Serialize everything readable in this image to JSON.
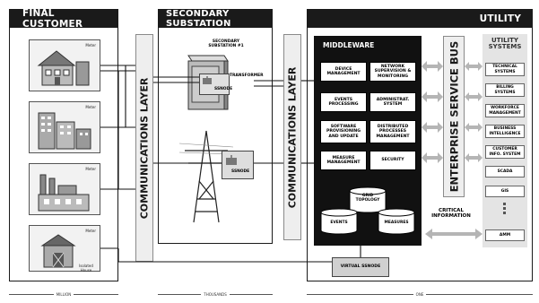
{
  "columns": {
    "final_customer": "FINAL CUSTOMER",
    "secondary_substation": "SECONDARY SUBSTATION",
    "utility": "UTILITY"
  },
  "communications_layer_left": "COMMUNICATIONS LAYER",
  "communications_layer_right": "COMMUNICATIONS LAYER",
  "customer_panels": [
    {
      "meter": "Meter"
    },
    {
      "meter": "Meter"
    },
    {
      "meter": "Meter"
    },
    {
      "meter": "Meter",
      "extra": "Isolated House"
    }
  ],
  "substation": {
    "label": "SECONDARY SUBSTATION #1",
    "transformer": "TRANSFORMER",
    "ssnode_1": "SSNODE",
    "ssnode_2": "SSNODE"
  },
  "middleware": {
    "title": "MIDDLEWARE",
    "boxes": [
      "DEVICE MANAGEMENT",
      "NETWORK SUPERVISION & MONITORING",
      "EVENTS PROCESSING",
      "ADMINISTRAT. SYSTEM",
      "SOFTWARE PROVISIONING AND UPDATE",
      "DISTRIBUTED PROCESSES MANAGEMENT",
      "MEASURE MANAGEMENT",
      "SECURITY"
    ],
    "db_grid": "GRID TOPOLOGY",
    "db_events": "EVENTS",
    "db_measures": "MEASURES"
  },
  "enterprise_service_bus": "ENTERPRISE SERVICE BUS",
  "critical_information": "CRITICAL INFORMATION",
  "virtual_ssnode": "VIRTUAL SSNODE",
  "utility_systems": {
    "title": "UTILITY SYSTEMS",
    "items": [
      "TECHNICAL SYSTEMS",
      "BILLING SYSTEMS",
      "WORKFORCE MANAGEMENT",
      "BUSINESS INTELLIGENCE",
      "CUSTOMER INFO. SYSTEM",
      "SCADA",
      "GIS",
      "AMM"
    ]
  },
  "bottom_labels": {
    "left": "MILLION",
    "middle": "THOUSANDS",
    "right": "ONE"
  }
}
